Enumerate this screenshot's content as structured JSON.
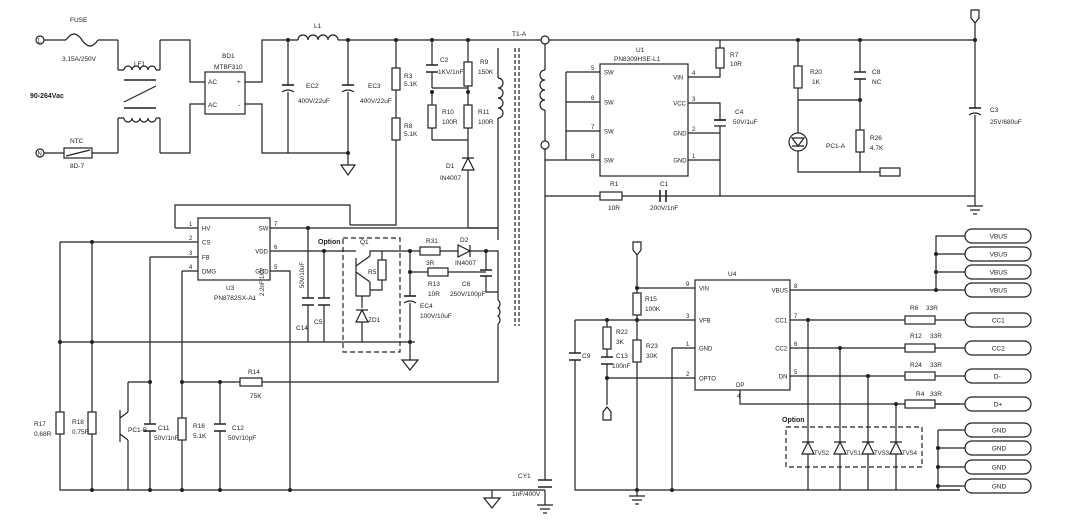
{
  "input": {
    "voltage": "90-264Vac",
    "l_terminal": "L",
    "n_terminal": "N"
  },
  "fuse": {
    "name": "FUSE",
    "value": "3.15A/250V"
  },
  "ntc": {
    "name": "NTC",
    "value": "8D-7"
  },
  "lf1": {
    "name": "LF1"
  },
  "bd1": {
    "name": "BD1",
    "part": "MTBF310",
    "ac1": "AC",
    "ac2": "AC",
    "plus": "+",
    "minus": "-"
  },
  "l1": {
    "name": "L1"
  },
  "ec2": {
    "name": "EC2",
    "value": "400V/22uF"
  },
  "ec3": {
    "name": "EC3",
    "value": "400V/22uF"
  },
  "r3": {
    "name": "R3",
    "value": "5.1K"
  },
  "r8": {
    "name": "R8",
    "value": "5.1K"
  },
  "c2": {
    "name": "C2",
    "value": "1KV/1nF"
  },
  "r9": {
    "name": "R9",
    "value": "150K"
  },
  "r10": {
    "name": "R10",
    "value": "100R"
  },
  "r11": {
    "name": "R11",
    "value": "100R"
  },
  "d1": {
    "name": "D1",
    "value": "IN4007"
  },
  "t1": {
    "name": "T1-A"
  },
  "u1": {
    "name": "U1",
    "part": "PN8309HSE-L1",
    "pins_left": [
      {
        "num": "5",
        "label": "SW"
      },
      {
        "num": "6",
        "label": "SW"
      },
      {
        "num": "7",
        "label": "SW"
      },
      {
        "num": "8",
        "label": "SW"
      }
    ],
    "pins_right": [
      {
        "num": "4",
        "label": "VIN"
      },
      {
        "num": "3",
        "label": "VCC"
      },
      {
        "num": "2",
        "label": "GND"
      },
      {
        "num": "1",
        "label": "GND"
      }
    ]
  },
  "r7": {
    "name": "R7",
    "value": "10R"
  },
  "c4": {
    "name": "C4",
    "value": "50V/1uF"
  },
  "r1": {
    "name": "R1",
    "value": "10R"
  },
  "c1": {
    "name": "C1",
    "value": "200V/1nF"
  },
  "r20": {
    "name": "R20",
    "value": "1K"
  },
  "c8": {
    "name": "C8",
    "value": "NC"
  },
  "pc1a": {
    "name": "PC1-A"
  },
  "r26": {
    "name": "R26",
    "value": "4.7K"
  },
  "c3": {
    "name": "C3",
    "value": "25V/680uF"
  },
  "u3": {
    "name": "U3",
    "part": "PN8782SX-A1",
    "pins_left": [
      {
        "num": "1",
        "label": "HV"
      },
      {
        "num": "2",
        "label": "CS"
      },
      {
        "num": "3",
        "label": "FB"
      },
      {
        "num": "4",
        "label": "DMG"
      }
    ],
    "pins_right": [
      {
        "num": "7",
        "label": "SW"
      },
      {
        "num": "6",
        "label": "VDD"
      },
      {
        "num": "5",
        "label": "GND"
      }
    ]
  },
  "option_label": "Option",
  "q1": {
    "name": "Q1"
  },
  "r5": {
    "name": "R5"
  },
  "zd1": {
    "name": "ZD1"
  },
  "r31": {
    "name": "R31",
    "value": "3R"
  },
  "d2": {
    "name": "D2",
    "value": "IN4007"
  },
  "r13": {
    "name": "R13",
    "value": "10R"
  },
  "c6": {
    "name": "C6",
    "value": "250V/100pF"
  },
  "ec4": {
    "name": "EC4",
    "value": "100V/10uF"
  },
  "c14": {
    "name": "C14",
    "value": "2.2nF/1KV"
  },
  "c5": {
    "name": "C5",
    "value": "50V/10uF"
  },
  "r14": {
    "name": "R14",
    "value": "75K"
  },
  "r17": {
    "name": "R17",
    "value": "0.68R"
  },
  "r18": {
    "name": "R18",
    "value": "0.75R"
  },
  "pc1b": {
    "name": "PC1-B"
  },
  "c11": {
    "name": "C11",
    "value": "50V/1nF"
  },
  "r16": {
    "name": "R16",
    "value": "5.1K"
  },
  "c12": {
    "name": "C12",
    "value": "50V/10pF"
  },
  "cy1": {
    "name": "CY1",
    "value": "1nF/400V"
  },
  "u4": {
    "name": "U4",
    "pins_left": [
      {
        "num": "9",
        "label": "VIN"
      },
      {
        "num": "3",
        "label": "VFB"
      },
      {
        "num": "1",
        "label": "GND"
      },
      {
        "num": "2",
        "label": "OPTO"
      }
    ],
    "pins_right": [
      {
        "num": "8",
        "label": "VBUS"
      },
      {
        "num": "7",
        "label": "CC1"
      },
      {
        "num": "6",
        "label": "CC2"
      },
      {
        "num": "5",
        "label": "DN"
      }
    ],
    "pin_dp": {
      "num": "4",
      "label": "DP"
    }
  },
  "r15": {
    "name": "R15",
    "value": "100K"
  },
  "r22": {
    "name": "R22",
    "value": "3K"
  },
  "c13": {
    "name": "C13",
    "value": "100nF"
  },
  "r23": {
    "name": "R23",
    "value": "30K"
  },
  "c9": {
    "name": "C9"
  },
  "r6": {
    "name": "R6",
    "value": "33R"
  },
  "r12": {
    "name": "R12",
    "value": "33R"
  },
  "r24": {
    "name": "R24",
    "value": "33R"
  },
  "r4": {
    "name": "R4",
    "value": "33R"
  },
  "tvs": [
    "TVS2",
    "TVS1",
    "TVS3",
    "TVS4"
  ],
  "connector": [
    "VBUS",
    "VBUS",
    "VBUS",
    "VBUS",
    "CC1",
    "CC2",
    "D-",
    "D+",
    "GND",
    "GND",
    "GND",
    "GND"
  ]
}
